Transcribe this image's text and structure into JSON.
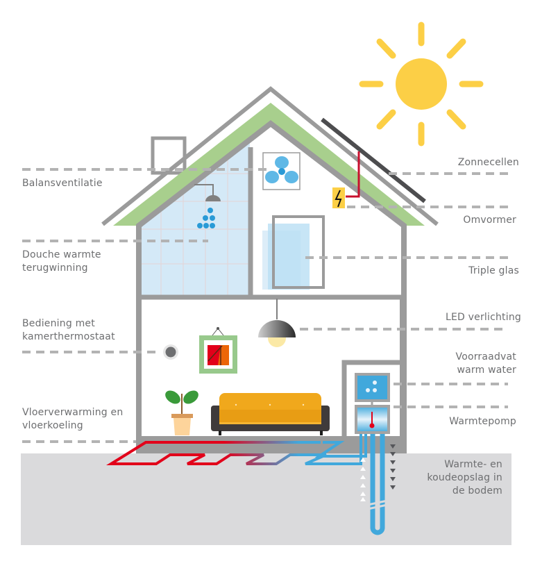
{
  "diagram": {
    "title": "Energiezuinig huis",
    "colors": {
      "wall": "#9b9b9b",
      "roof_green": "#a8cf8d",
      "glass": "#d4e9f7",
      "sun": "#fccf46",
      "pipe_hot": "#e2001a",
      "pipe_cold": "#41a8dc",
      "ground": "#dadadc",
      "label_text": "#6d6e70",
      "dash": "#b3b3b3",
      "sofa": "#f0a81c",
      "solar_panel": "#4d4d4f"
    },
    "labels_left": [
      {
        "id": "balansventilatie",
        "text": "Balansventilatie"
      },
      {
        "id": "douche",
        "text": "Douche warmte\nterugwinning"
      },
      {
        "id": "bediening",
        "text": "Bediening met\nkamerthermostaat"
      },
      {
        "id": "vloer",
        "text": "Vloerverwarming en\nvloerkoeling"
      }
    ],
    "labels_right": [
      {
        "id": "zonnecellen",
        "text": "Zonnecellen"
      },
      {
        "id": "omvormer",
        "text": "Omvormer"
      },
      {
        "id": "triple",
        "text": "Triple glas"
      },
      {
        "id": "led",
        "text": "LED verlichting"
      },
      {
        "id": "voorraadvat",
        "text": "Voorraadvat\nwarm water"
      },
      {
        "id": "warmtepomp",
        "text": "Warmtepomp"
      },
      {
        "id": "wko",
        "text": "Warmte- en\nkoudeopslag in\nde bodem"
      }
    ],
    "icons": [
      "sun-icon",
      "solar-panel-icon",
      "inverter-icon",
      "ventilation-fan-icon",
      "shower-icon",
      "window-icon",
      "lamp-icon",
      "thermostat-icon",
      "painting-icon",
      "plant-icon",
      "sofa-icon",
      "water-tank-icon",
      "heat-pump-icon",
      "floor-heating-pipes",
      "ground-loop-icon"
    ]
  }
}
